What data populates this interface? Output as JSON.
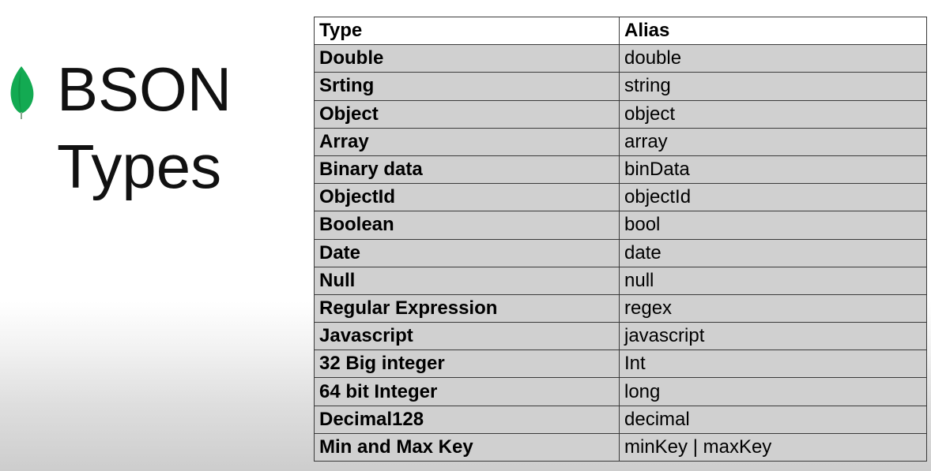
{
  "title": {
    "line1": "BSON",
    "line2": "Types"
  },
  "logo": {
    "icon": "mongodb-leaf-icon",
    "color": "#13aa52"
  },
  "table": {
    "headers": {
      "type": "Type",
      "alias": "Alias"
    },
    "rows": [
      {
        "type": "Double",
        "alias": "double"
      },
      {
        "type": "Srting",
        "alias": "string"
      },
      {
        "type": "Object",
        "alias": "object"
      },
      {
        "type": "Array",
        "alias": "array"
      },
      {
        "type": "Binary data",
        "alias": "binData"
      },
      {
        "type": "ObjectId",
        "alias": "objectId"
      },
      {
        "type": "Boolean",
        "alias": "bool"
      },
      {
        "type": "Date",
        "alias": "date"
      },
      {
        "type": "Null",
        "alias": "null"
      },
      {
        "type": "Regular Expression",
        "alias": "regex"
      },
      {
        "type": "Javascript",
        "alias": "javascript"
      },
      {
        "type": "32 Big integer",
        "alias": "Int"
      },
      {
        "type": "64 bit Integer",
        "alias": "long"
      },
      {
        "type": "Decimal128",
        "alias": "decimal"
      },
      {
        "type": "Min and Max Key",
        "alias": "minKey | maxKey"
      }
    ]
  }
}
